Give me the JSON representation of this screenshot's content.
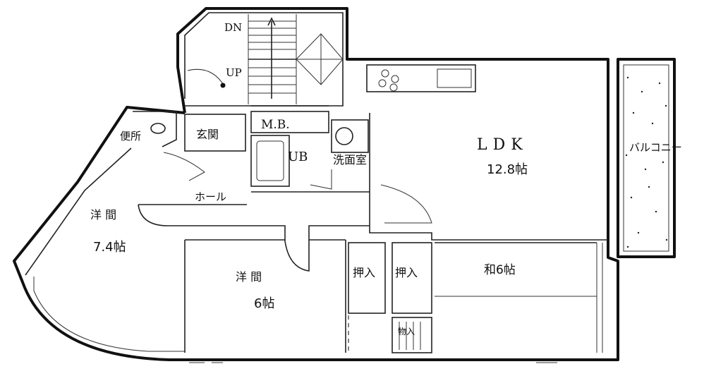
{
  "rooms": {
    "stairs_down": "DN",
    "stairs_up": "UP",
    "meter_box": "M.B.",
    "toilet": "便所",
    "entrance": "玄関",
    "unit_bath": "UB",
    "washroom": "洗面室",
    "ldk": "LDK",
    "ldk_size": "12.8帖",
    "balcony": "バルコニー",
    "hall": "ホール",
    "western_room_1": "洋 間",
    "western_room_1_size": "7.4帖",
    "western_room_2": "洋 間",
    "western_room_2_size": "6帖",
    "closet_1": "押入",
    "closet_2": "押入",
    "japanese_room": "和6帖",
    "storage": "物入"
  }
}
